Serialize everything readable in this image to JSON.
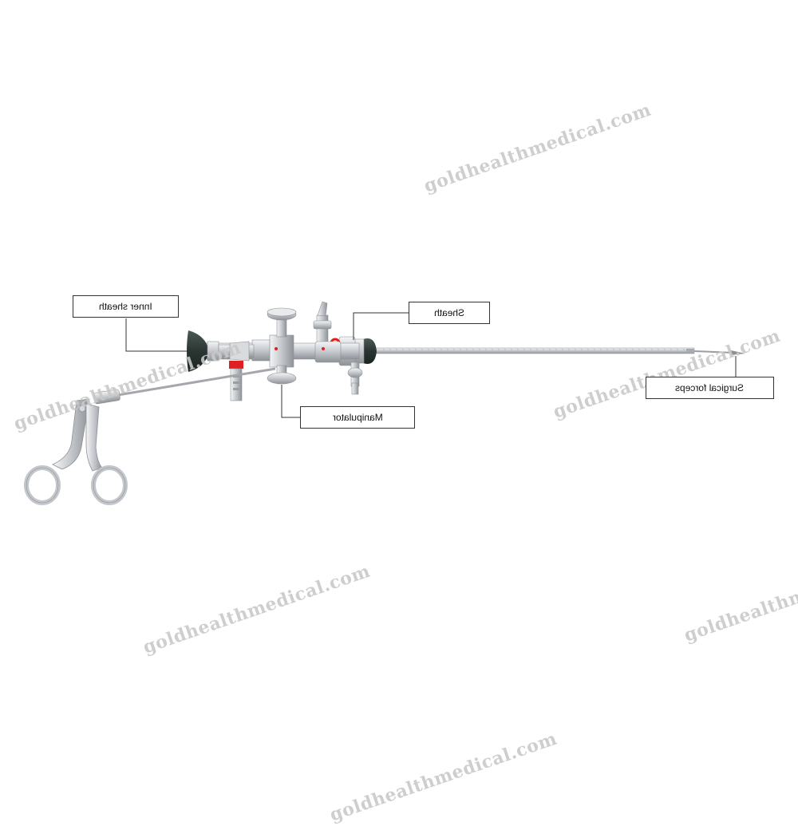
{
  "labels": {
    "inner_sheath": "Inner sheath",
    "sheath": "Sheath",
    "manipulator": "Manipulator",
    "surgical_forceps": "Surgical forceps"
  },
  "watermark_text": "goldhealthmedical.com",
  "colors": {
    "steel_light": "#e4e6e8",
    "steel_mid": "#c4c7ca",
    "steel_dark": "#8d9196",
    "eyepiece": "#2f3b38",
    "red_marker": "#e02020",
    "leader_line": "#333333",
    "watermark": "#c9c9c9"
  }
}
